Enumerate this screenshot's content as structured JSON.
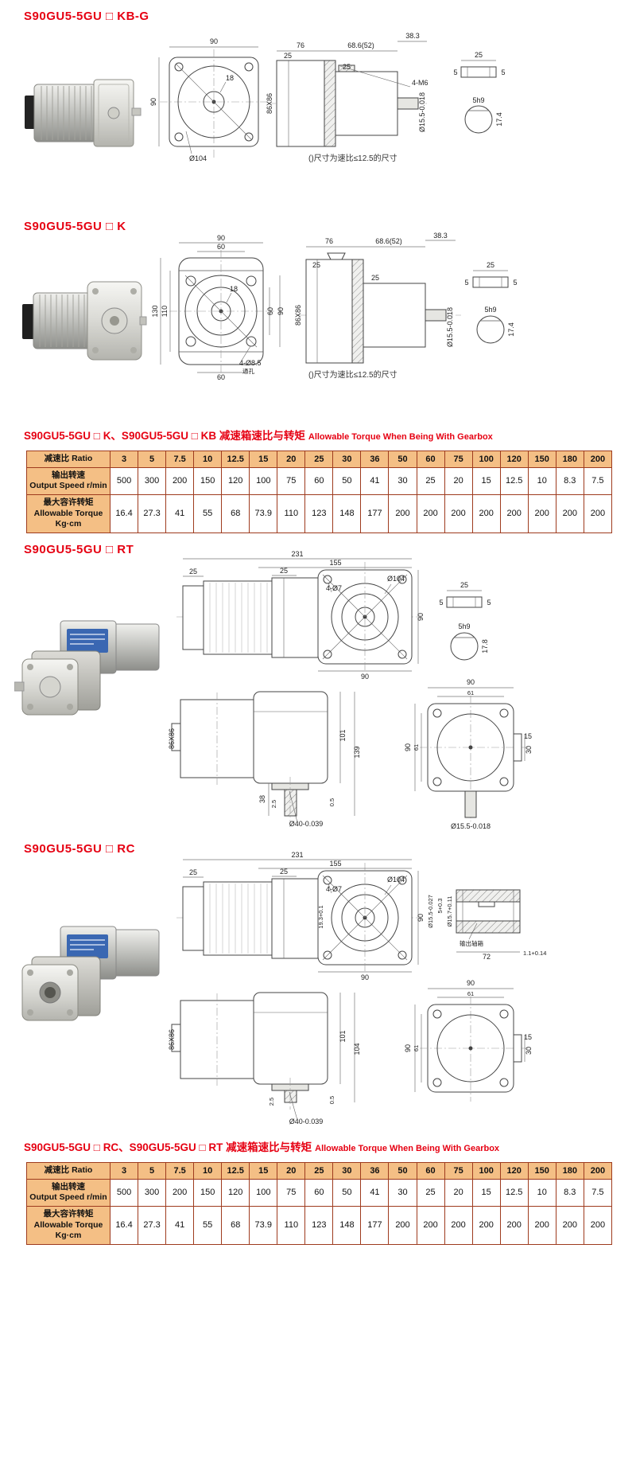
{
  "colors": {
    "accent": "#e60012",
    "table_border": "#9e3b1e",
    "table_header_bg": "#f4bf85"
  },
  "sections": {
    "kbg": {
      "title": "S90GU5-5GU □ KB-G",
      "note": "()尺寸为速比≤12.5的尺寸",
      "dims": {
        "front_w": "90",
        "front_h": "90",
        "hub": "18",
        "dia": "Ø104",
        "len1": "76",
        "len2": "68.6(52)",
        "len3": "38.3",
        "d25a": "25",
        "d25b": "25",
        "tap": "4-M6",
        "sq": "86X86",
        "shaft_dia": "Ø15.5-0.018",
        "key_l": "25",
        "key_w": "5",
        "key_d": "5",
        "key_sec": "5h9",
        "shaft_flat": "17.4"
      }
    },
    "k": {
      "title": "S90GU5-5GU □ K",
      "note": "()尺寸为速比≤12.5的尺寸",
      "dims": {
        "front_w": "90",
        "front_w2": "60",
        "front_h": "130",
        "front_h2": "110",
        "hub": "18",
        "right_h": "60",
        "right_h2": "90",
        "bottom_w": "60",
        "holes": "4-Ø8.5",
        "holes_note": "通孔",
        "len1": "76",
        "len2": "68.6(52)",
        "len3": "38.3",
        "d25a": "25",
        "d25b": "25",
        "sq": "86X86",
        "shaft_dia": "Ø15.5-0.018",
        "key_l": "25",
        "key_w": "5",
        "key_d": "5",
        "key_sec": "5h9",
        "shaft_flat": "17.4"
      }
    },
    "rt": {
      "title": "S90GU5-5GU □ RT",
      "dims": {
        "total": "231",
        "len": "155",
        "d25a": "25",
        "d25b": "25",
        "holes": "4-Ø7",
        "dia": "Ø104",
        "face_h": "90",
        "face_w": "90",
        "key_l": "25",
        "key_w": "5",
        "key_d": "5",
        "key_sec": "5h9",
        "shaft_flat": "17.8",
        "sq": "86X86",
        "h1": "101",
        "h2": "139",
        "d38": "38",
        "d2_5": "2.5",
        "d0_5": "0.5",
        "boss": "Ø40-0.039",
        "f90t": "90",
        "f61t": "61",
        "f15": "15",
        "f30": "30",
        "f90l": "90",
        "f61l": "61",
        "shaft_dia": "Ø15.5-0.018"
      }
    },
    "rc": {
      "title": "S90GU5-5GU □ RC",
      "dims": {
        "total": "231",
        "len": "155",
        "d25a": "25",
        "d25b": "25",
        "holes": "4-Ø7",
        "dia": "Ø104",
        "d19": "19.3+0.1",
        "face_h": "90",
        "face_w": "90",
        "bore1": "Ø15.5-0.027",
        "bore2": "5+0.3",
        "bore3": "Ø15.7+0.11",
        "out_label": "输出轴箱",
        "d72": "72",
        "d1_1": "1.1+0.14",
        "sq": "86X86",
        "h1": "101",
        "h2": "104",
        "d2_5": "2.5",
        "d0_5": "0.5",
        "boss": "Ø40-0.039",
        "f90t": "90",
        "f61t": "61",
        "f15": "15",
        "f30": "30",
        "f90l": "90",
        "f61l": "61"
      }
    }
  },
  "tables": [
    {
      "title_zh": "S90GU5-5GU □ K、S90GU5-5GU □ KB 减速箱速比与转矩",
      "title_en": "Allowable Torque When Being With Gearbox",
      "rows": [
        {
          "label": "减速比 Ratio",
          "header": true,
          "values": [
            "3",
            "5",
            "7.5",
            "10",
            "12.5",
            "15",
            "20",
            "25",
            "30",
            "36",
            "50",
            "60",
            "75",
            "100",
            "120",
            "150",
            "180",
            "200"
          ]
        },
        {
          "label": "输出转速\nOutput Speed r/min",
          "values": [
            "500",
            "300",
            "200",
            "150",
            "120",
            "100",
            "75",
            "60",
            "50",
            "41",
            "30",
            "25",
            "20",
            "15",
            "12.5",
            "10",
            "8.3",
            "7.5"
          ]
        },
        {
          "label": "最大容许转矩\nAllowable Torque Kg·cm",
          "values": [
            "16.4",
            "27.3",
            "41",
            "55",
            "68",
            "73.9",
            "110",
            "123",
            "148",
            "177",
            "200",
            "200",
            "200",
            "200",
            "200",
            "200",
            "200",
            "200"
          ]
        }
      ]
    },
    {
      "title_zh": "S90GU5-5GU □ RC、S90GU5-5GU □ RT 减速箱速比与转矩",
      "title_en": "Allowable Torque When Being With Gearbox",
      "rows": [
        {
          "label": "减速比 Ratio",
          "header": true,
          "values": [
            "3",
            "5",
            "7.5",
            "10",
            "12.5",
            "15",
            "20",
            "25",
            "30",
            "36",
            "50",
            "60",
            "75",
            "100",
            "120",
            "150",
            "180",
            "200"
          ]
        },
        {
          "label": "输出转速\nOutput Speed r/min",
          "values": [
            "500",
            "300",
            "200",
            "150",
            "120",
            "100",
            "75",
            "60",
            "50",
            "41",
            "30",
            "25",
            "20",
            "15",
            "12.5",
            "10",
            "8.3",
            "7.5"
          ]
        },
        {
          "label": "最大容许转矩\nAllowable Torque Kg·cm",
          "values": [
            "16.4",
            "27.3",
            "41",
            "55",
            "68",
            "73.9",
            "110",
            "123",
            "148",
            "177",
            "200",
            "200",
            "200",
            "200",
            "200",
            "200",
            "200",
            "200"
          ]
        }
      ]
    }
  ]
}
